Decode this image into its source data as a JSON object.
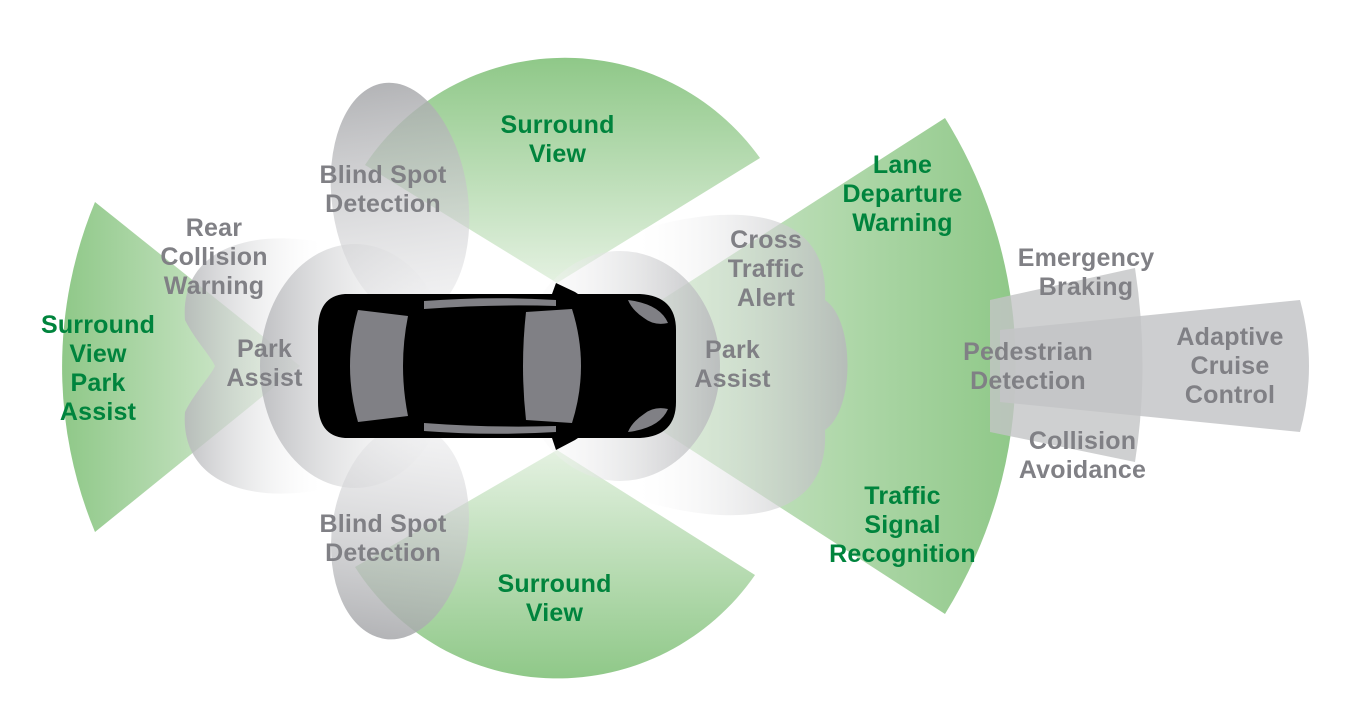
{
  "title": "Vehicle ADAS sensor coverage diagram",
  "colors": {
    "green_zone": "#8fc888",
    "green_text": "#00843d",
    "gray_zone": "#c9cacc",
    "gray_text": "#808085",
    "car_body": "#000000",
    "car_glass": "#808085"
  },
  "labels": {
    "surround_view_top": "Surround\nView",
    "surround_view_bottom": "Surround\nView",
    "surround_view_park_assist": "Surround\nView\nPark\nAssist",
    "lane_departure_warning": "Lane\nDeparture\nWarning",
    "traffic_signal_recognition": "Traffic\nSignal\nRecognition",
    "blind_spot_top": "Blind Spot\nDetection",
    "blind_spot_bottom": "Blind Spot\nDetection",
    "rear_collision_warning": "Rear\nCollision\nWarning",
    "park_assist_rear": "Park\nAssist",
    "park_assist_front": "Park\nAssist",
    "cross_traffic_alert": "Cross\nTraffic\nAlert",
    "emergency_braking": "Emergency\nBraking",
    "pedestrian_detection": "Pedestrian\nDetection",
    "collision_avoidance": "Collision\nAvoidance",
    "adaptive_cruise_control": "Adaptive\nCruise\nControl"
  }
}
